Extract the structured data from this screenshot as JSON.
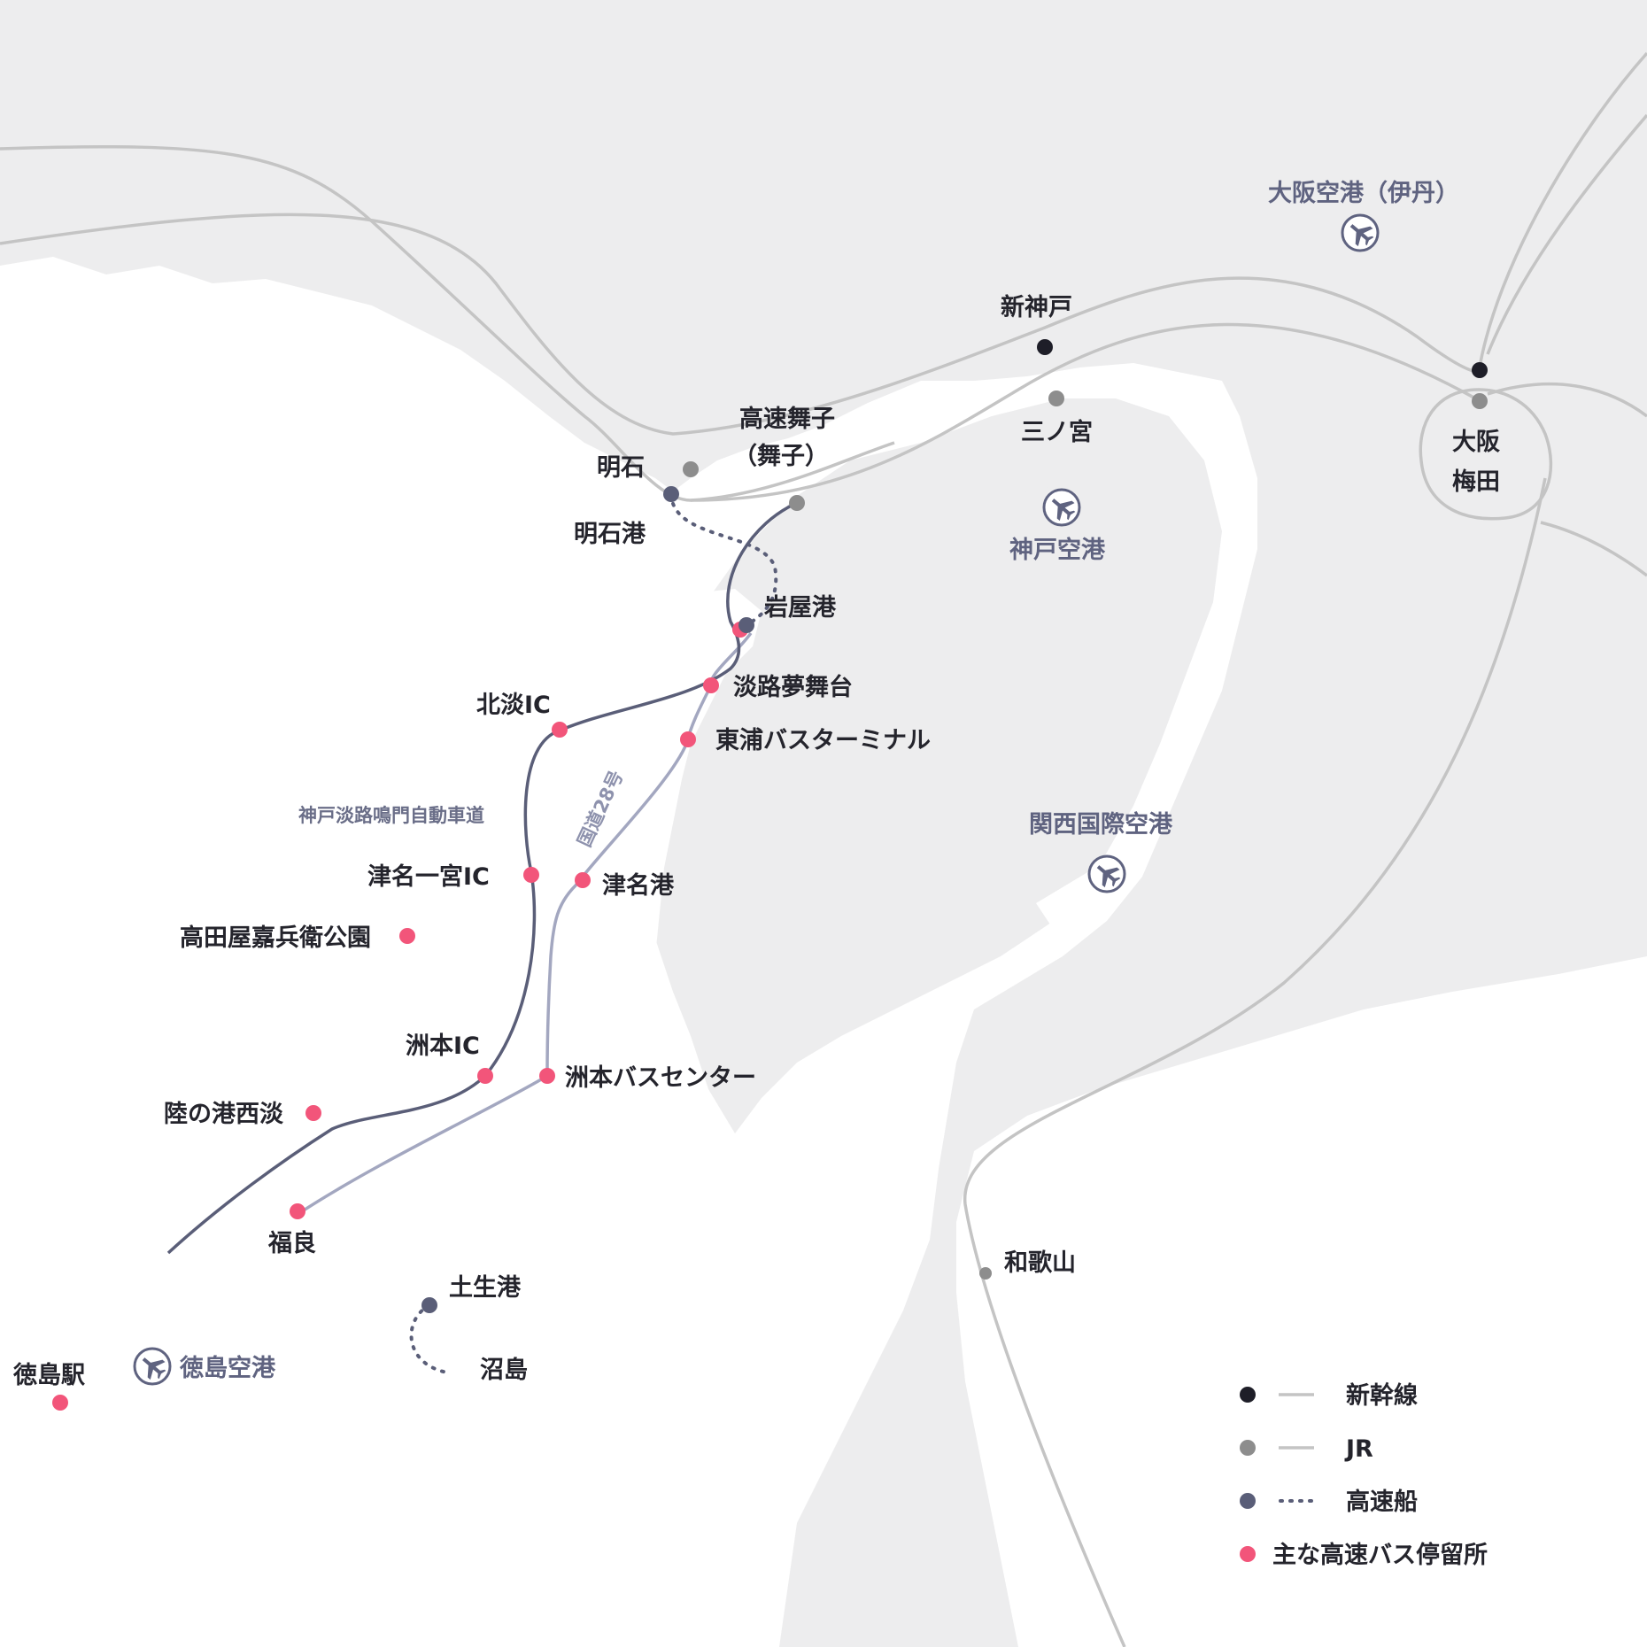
{
  "colors": {
    "sea": "#ededee",
    "land": "#ffffff",
    "shinkansen": "#1e1e28",
    "jr": "#8d8d8d",
    "ferry": "#5a5e78",
    "bus_stop": "#f2557a",
    "expressway": "#5a5e78",
    "route28": "#a3a7c0",
    "rail_line": "#c4c4c4"
  },
  "stations": {
    "shin_kobe": "新神戸",
    "sannomiya": "三ノ宮",
    "akashi": "明石",
    "maiko_line1": "高速舞子",
    "maiko_line2": "（舞子）",
    "osaka_umeda_line1": "大阪",
    "osaka_umeda_line2": "梅田",
    "wakayama": "和歌山"
  },
  "ports": {
    "akashi_port": "明石港",
    "iwaya_port": "岩屋港",
    "tsuna_port": "津名港",
    "hiu_port": "土生港",
    "nushima": "沼島"
  },
  "bus_stops": {
    "awaji_yumebutai": "淡路夢舞台",
    "higashiura_terminal": "東浦バスターミナル",
    "hokudan_ic": "北淡IC",
    "tsuna_ichinomiya_ic": "津名一宮IC",
    "takataya_park": "高田屋嘉兵衛公園",
    "sumoto_ic": "洲本IC",
    "sumoto_bus_center": "洲本バスセンター",
    "rikunominato_seidan": "陸の港西淡",
    "fukura": "福良",
    "tokushima_station": "徳島駅"
  },
  "airports": {
    "itami": "大阪空港（伊丹）",
    "kobe": "神戸空港",
    "kansai": "関西国際空港",
    "tokushima": "徳島空港"
  },
  "icons": {
    "airport": "airplane-icon"
  },
  "roads": {
    "expressway": "神戸淡路鳴門自動車道",
    "route28": "国道28号"
  },
  "legend": {
    "shinkansen": "新幹線",
    "jr": "JR",
    "ferry": "高速船",
    "bus": "主な高速バス停留所"
  }
}
